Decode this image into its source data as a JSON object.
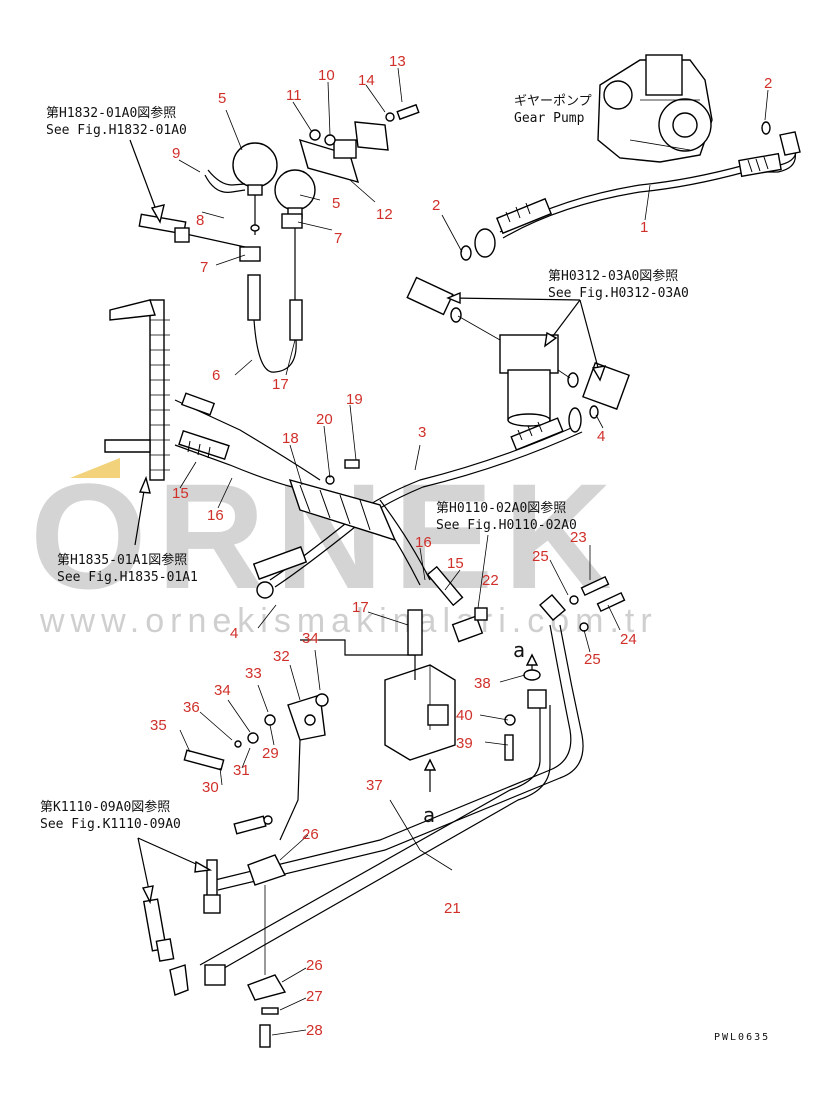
{
  "diagram": {
    "part_numbers": [
      {
        "id": "p1",
        "text": "1"
      },
      {
        "id": "p2a",
        "text": "2"
      },
      {
        "id": "p2b",
        "text": "2"
      },
      {
        "id": "p3",
        "text": "3"
      },
      {
        "id": "p4a",
        "text": "4"
      },
      {
        "id": "p4b",
        "text": "4"
      },
      {
        "id": "p5a",
        "text": "5"
      },
      {
        "id": "p5b",
        "text": "5"
      },
      {
        "id": "p6",
        "text": "6"
      },
      {
        "id": "p7a",
        "text": "7"
      },
      {
        "id": "p7b",
        "text": "7"
      },
      {
        "id": "p8",
        "text": "8"
      },
      {
        "id": "p9",
        "text": "9"
      },
      {
        "id": "p10",
        "text": "10"
      },
      {
        "id": "p11",
        "text": "11"
      },
      {
        "id": "p12",
        "text": "12"
      },
      {
        "id": "p13",
        "text": "13"
      },
      {
        "id": "p14",
        "text": "14"
      },
      {
        "id": "p15a",
        "text": "15"
      },
      {
        "id": "p15b",
        "text": "15"
      },
      {
        "id": "p16a",
        "text": "16"
      },
      {
        "id": "p16b",
        "text": "16"
      },
      {
        "id": "p17a",
        "text": "17"
      },
      {
        "id": "p17b",
        "text": "17"
      },
      {
        "id": "p18",
        "text": "18"
      },
      {
        "id": "p19",
        "text": "19"
      },
      {
        "id": "p20",
        "text": "20"
      },
      {
        "id": "p21",
        "text": "21"
      },
      {
        "id": "p22",
        "text": "22"
      },
      {
        "id": "p23",
        "text": "23"
      },
      {
        "id": "p24",
        "text": "24"
      },
      {
        "id": "p25a",
        "text": "25"
      },
      {
        "id": "p25b",
        "text": "25"
      },
      {
        "id": "p26a",
        "text": "26"
      },
      {
        "id": "p26b",
        "text": "26"
      },
      {
        "id": "p27",
        "text": "27"
      },
      {
        "id": "p28",
        "text": "28"
      },
      {
        "id": "p29",
        "text": "29"
      },
      {
        "id": "p30",
        "text": "30"
      },
      {
        "id": "p31",
        "text": "31"
      },
      {
        "id": "p32",
        "text": "32"
      },
      {
        "id": "p33",
        "text": "33"
      },
      {
        "id": "p34a",
        "text": "34"
      },
      {
        "id": "p34b",
        "text": "34"
      },
      {
        "id": "p35",
        "text": "35"
      },
      {
        "id": "p36",
        "text": "36"
      },
      {
        "id": "p37",
        "text": "37"
      },
      {
        "id": "p38",
        "text": "38"
      },
      {
        "id": "p39",
        "text": "39"
      },
      {
        "id": "p40",
        "text": "40"
      }
    ],
    "references": {
      "h1832_jp": "第H1832-01A0図参照",
      "h1832_en": "See Fig.H1832-01A0",
      "h0312_jp": "第H0312-03A0図参照",
      "h0312_en": "See Fig.H0312-03A0",
      "h1835_jp": "第H1835-01A1図参照",
      "h1835_en": "See Fig.H1835-01A1",
      "h0110_jp": "第H0110-02A0図参照",
      "h0110_en": "See Fig.H0110-02A0",
      "k1110_jp": "第K1110-09A0図参照",
      "k1110_en": "See Fig.K1110-09A0"
    },
    "gear_pump_jp": "ギヤーポンプ",
    "gear_pump_en": "Gear Pump",
    "view_marks": {
      "a1": "a",
      "a2": "a"
    },
    "drawing_code": "PWL0635"
  },
  "watermark": {
    "brand": "ORNEK",
    "url": "www.ornekismakinalari.com.tr"
  },
  "colors": {
    "number_red": "#d0302a",
    "line_black": "#000000",
    "watermark_gray": "#d4d4d4",
    "watermark_accent": "#f2d27a"
  }
}
